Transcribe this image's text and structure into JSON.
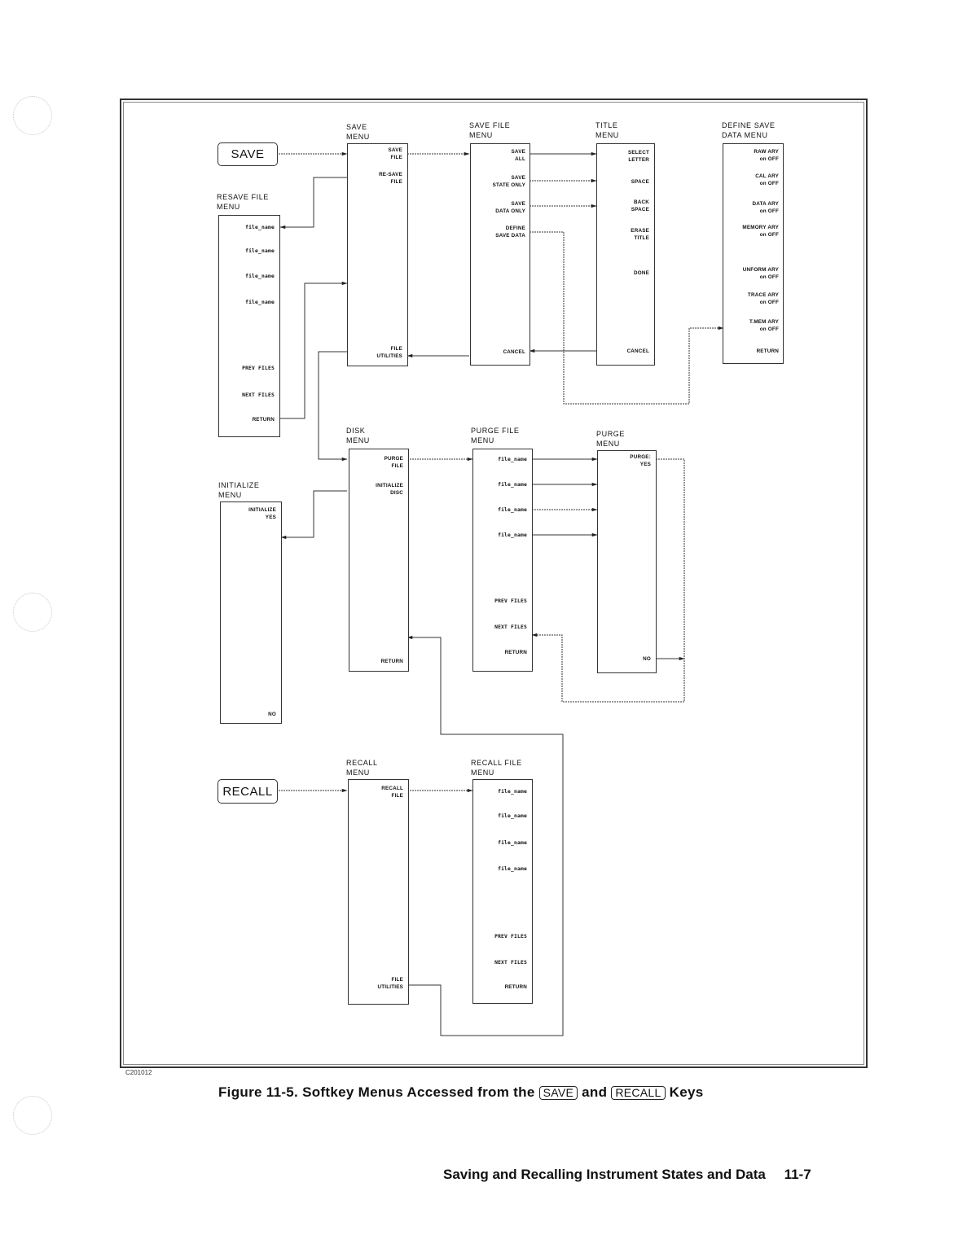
{
  "hardkeys": {
    "save": "SAVE",
    "recall": "RECALL"
  },
  "menus": {
    "save": {
      "title": "SAVE\nMENU",
      "keys": [
        "SAVE\nFILE",
        "RE-SAVE\nFILE",
        "FILE\nUTILITIES"
      ]
    },
    "save_file": {
      "title": "SAVE FILE\nMENU",
      "keys": [
        "SAVE\nALL",
        "SAVE\nSTATE ONLY",
        "SAVE\nDATA ONLY",
        "DEFINE\nSAVE DATA",
        "CANCEL"
      ]
    },
    "title_menu": {
      "title": "TITLE\nMENU",
      "keys": [
        "SELECT\nLETTER",
        "SPACE",
        "BACK\nSPACE",
        "ERASE\nTITLE",
        "DONE",
        "CANCEL"
      ]
    },
    "define_save": {
      "title": "DEFINE SAVE\nDATA MENU",
      "keys": [
        "RAW ARY\non OFF",
        "CAL ARY\non OFF",
        "DATA ARY\non OFF",
        "MEMORY ARY\non OFF",
        "UNFORM ARY\non OFF",
        "TRACE ARY\non OFF",
        "T.MEM ARY\non OFF",
        "RETURN"
      ]
    },
    "resave_file": {
      "title": "RESAVE FILE\nMENU",
      "keys": [
        "file_name",
        "file_name",
        "file_name",
        "file_name",
        "PREV FILES",
        "NEXT FILES",
        "RETURN"
      ]
    },
    "disk": {
      "title": "DISK\nMENU",
      "keys": [
        "PURGE\nFILE",
        "INITIALIZE\nDISC",
        "RETURN"
      ]
    },
    "purge_file": {
      "title": "PURGE FILE\nMENU",
      "keys": [
        "file_name",
        "file_name",
        "file_name",
        "file_name",
        "PREV FILES",
        "NEXT FILES",
        "RETURN"
      ]
    },
    "purge": {
      "title": "PURGE\nMENU",
      "keys": [
        "PURGE:\nYES",
        "NO"
      ]
    },
    "initialize": {
      "title": "INITIALIZE\nMENU",
      "keys": [
        "INITIALIZE\nYES",
        "NO"
      ]
    },
    "recall": {
      "title": "RECALL\nMENU",
      "keys": [
        "RECALL\nFILE",
        "FILE\nUTILITIES"
      ]
    },
    "recall_file": {
      "title": "RECALL FILE\nMENU",
      "keys": [
        "file_name",
        "file_name",
        "file_name",
        "file_name",
        "PREV FILES",
        "NEXT FILES",
        "RETURN"
      ]
    }
  },
  "figure_id": "C201012",
  "caption": {
    "prefix": "Figure 11-5. Softkey Menus Accessed from the",
    "key1": "SAVE",
    "mid": "and",
    "key2": "RECALL",
    "suffix": "Keys"
  },
  "footer": {
    "section": "Saving and Recalling Instrument States and Data",
    "page": "11-7"
  }
}
